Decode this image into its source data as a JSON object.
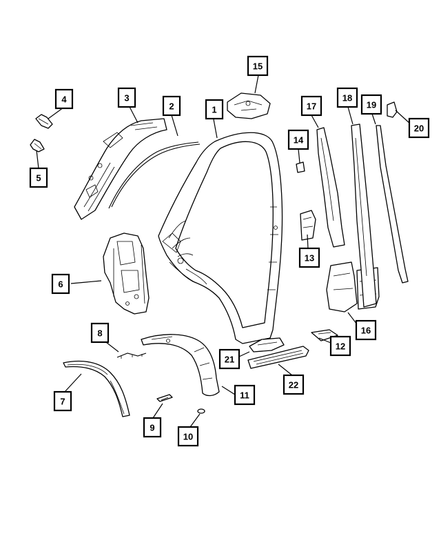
{
  "callouts": [
    {
      "id": "1",
      "label": "1"
    },
    {
      "id": "2",
      "label": "2"
    },
    {
      "id": "3",
      "label": "3"
    },
    {
      "id": "4",
      "label": "4"
    },
    {
      "id": "5",
      "label": "5"
    },
    {
      "id": "6",
      "label": "6"
    },
    {
      "id": "7",
      "label": "7"
    },
    {
      "id": "8",
      "label": "8"
    },
    {
      "id": "9",
      "label": "9"
    },
    {
      "id": "10",
      "label": "10"
    },
    {
      "id": "11",
      "label": "11"
    },
    {
      "id": "12",
      "label": "12"
    },
    {
      "id": "13",
      "label": "13"
    },
    {
      "id": "14",
      "label": "14"
    },
    {
      "id": "15",
      "label": "15"
    },
    {
      "id": "16",
      "label": "16"
    },
    {
      "id": "17",
      "label": "17"
    },
    {
      "id": "18",
      "label": "18"
    },
    {
      "id": "19",
      "label": "19"
    },
    {
      "id": "20",
      "label": "20"
    },
    {
      "id": "21",
      "label": "21"
    },
    {
      "id": "22",
      "label": "22"
    }
  ],
  "colors": {
    "line": "#000000",
    "background": "#ffffff"
  }
}
